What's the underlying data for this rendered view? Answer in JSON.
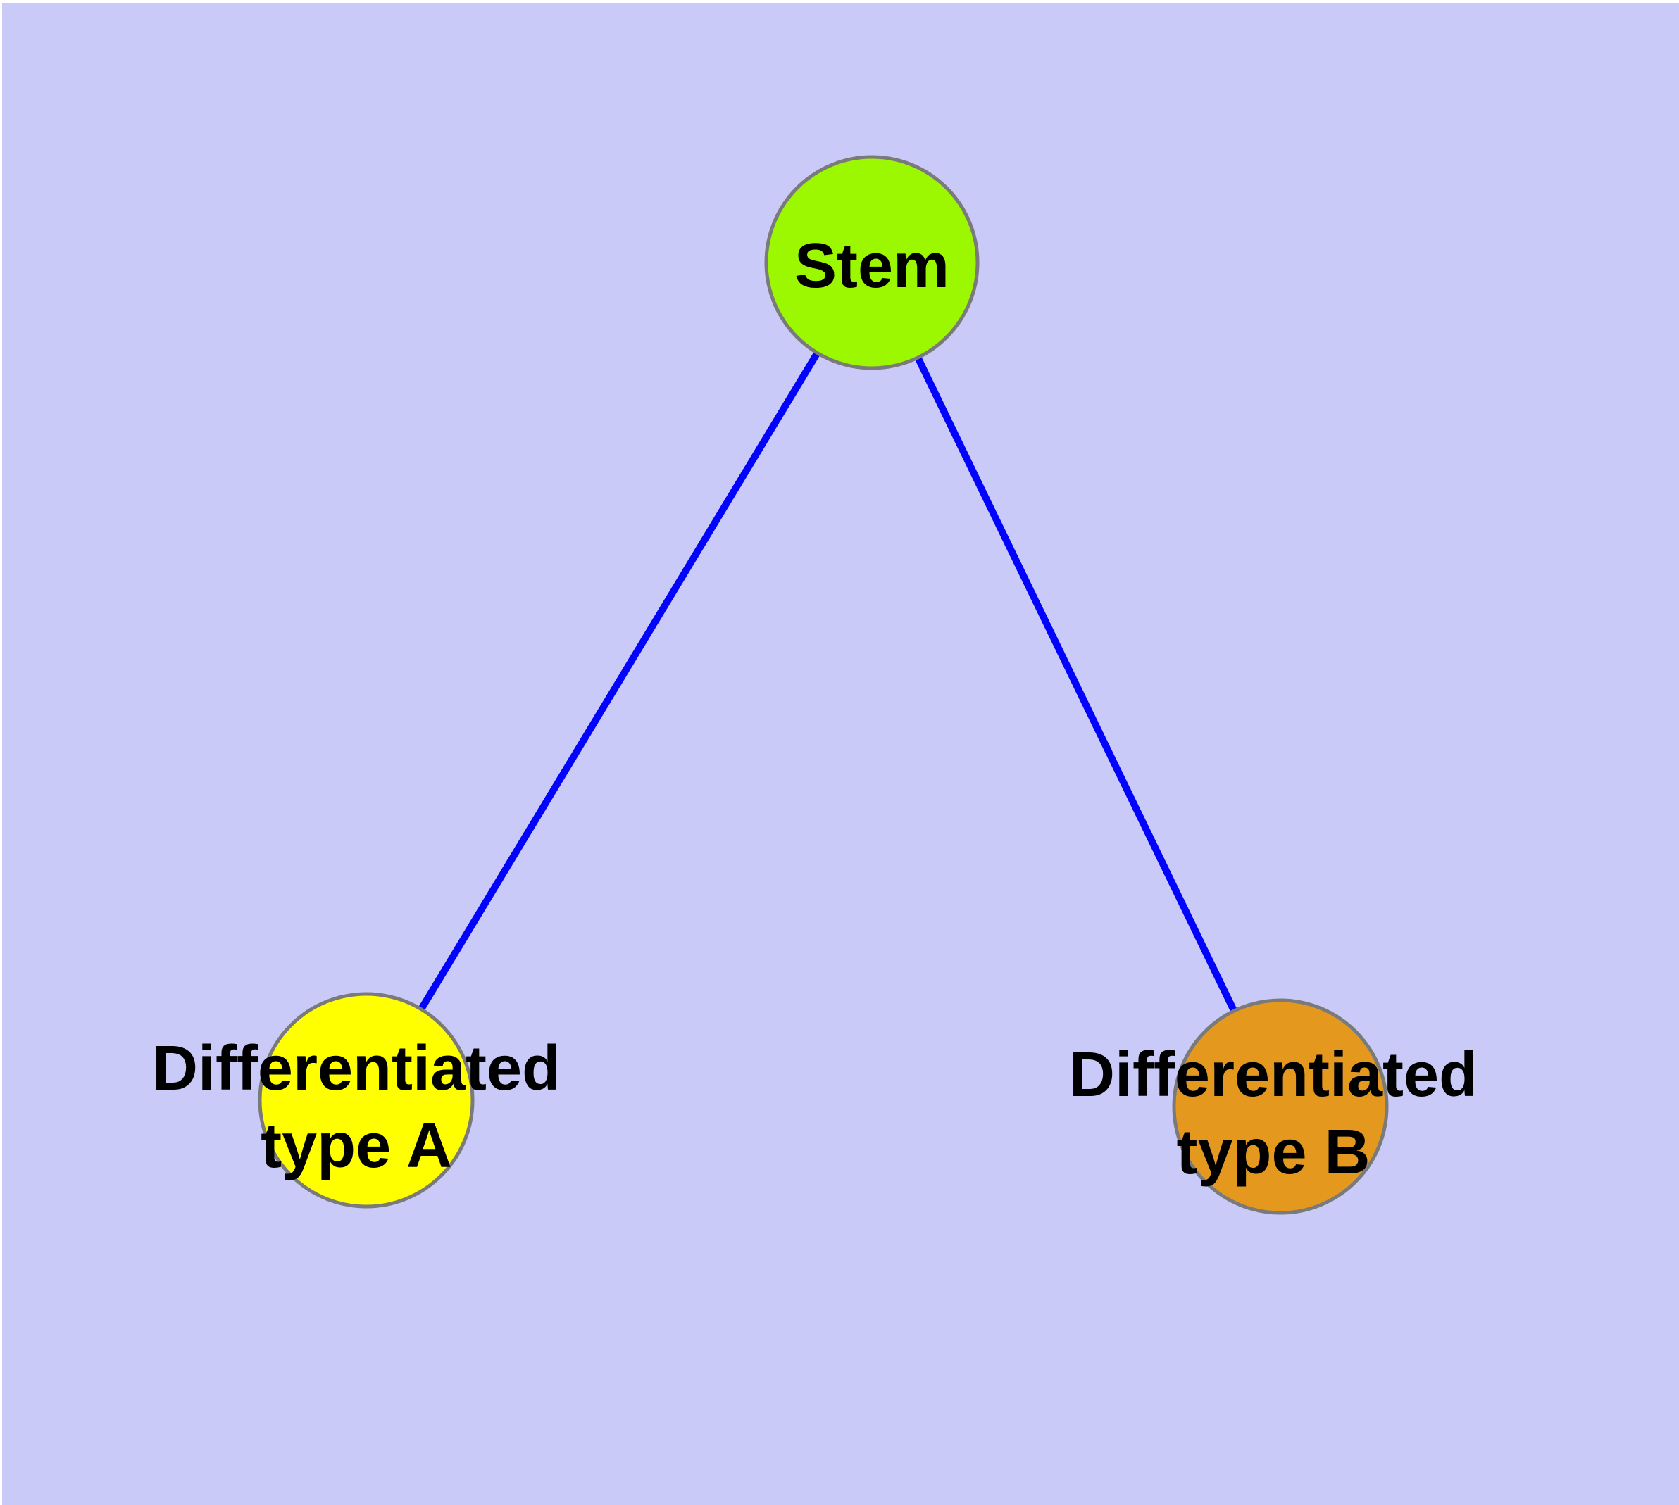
{
  "diagram": {
    "type": "graph",
    "description": "Cell differentiation hierarchy: stem node with two differentiated child types",
    "background_color": "#CACAF8",
    "page_margin_color": "#FFFFFF",
    "edge_color": "#0202FF",
    "node_border_color": "#7A7A7A",
    "label_color": "#000000",
    "nodes": {
      "stem": {
        "label": "Stem",
        "fill": "#9BF800"
      },
      "type_a": {
        "label": "Differentiated type A",
        "label_line1": "Differentiated",
        "label_line2": "type A",
        "fill": "#FFFF00"
      },
      "type_b": {
        "label": "Differentiated type B",
        "label_line1": "Differentiated",
        "label_line2": "type B",
        "fill": "#E4991E"
      }
    },
    "edges": [
      {
        "from": "Stem",
        "to": "Differentiated type A"
      },
      {
        "from": "Stem",
        "to": "Differentiated type B"
      }
    ]
  }
}
